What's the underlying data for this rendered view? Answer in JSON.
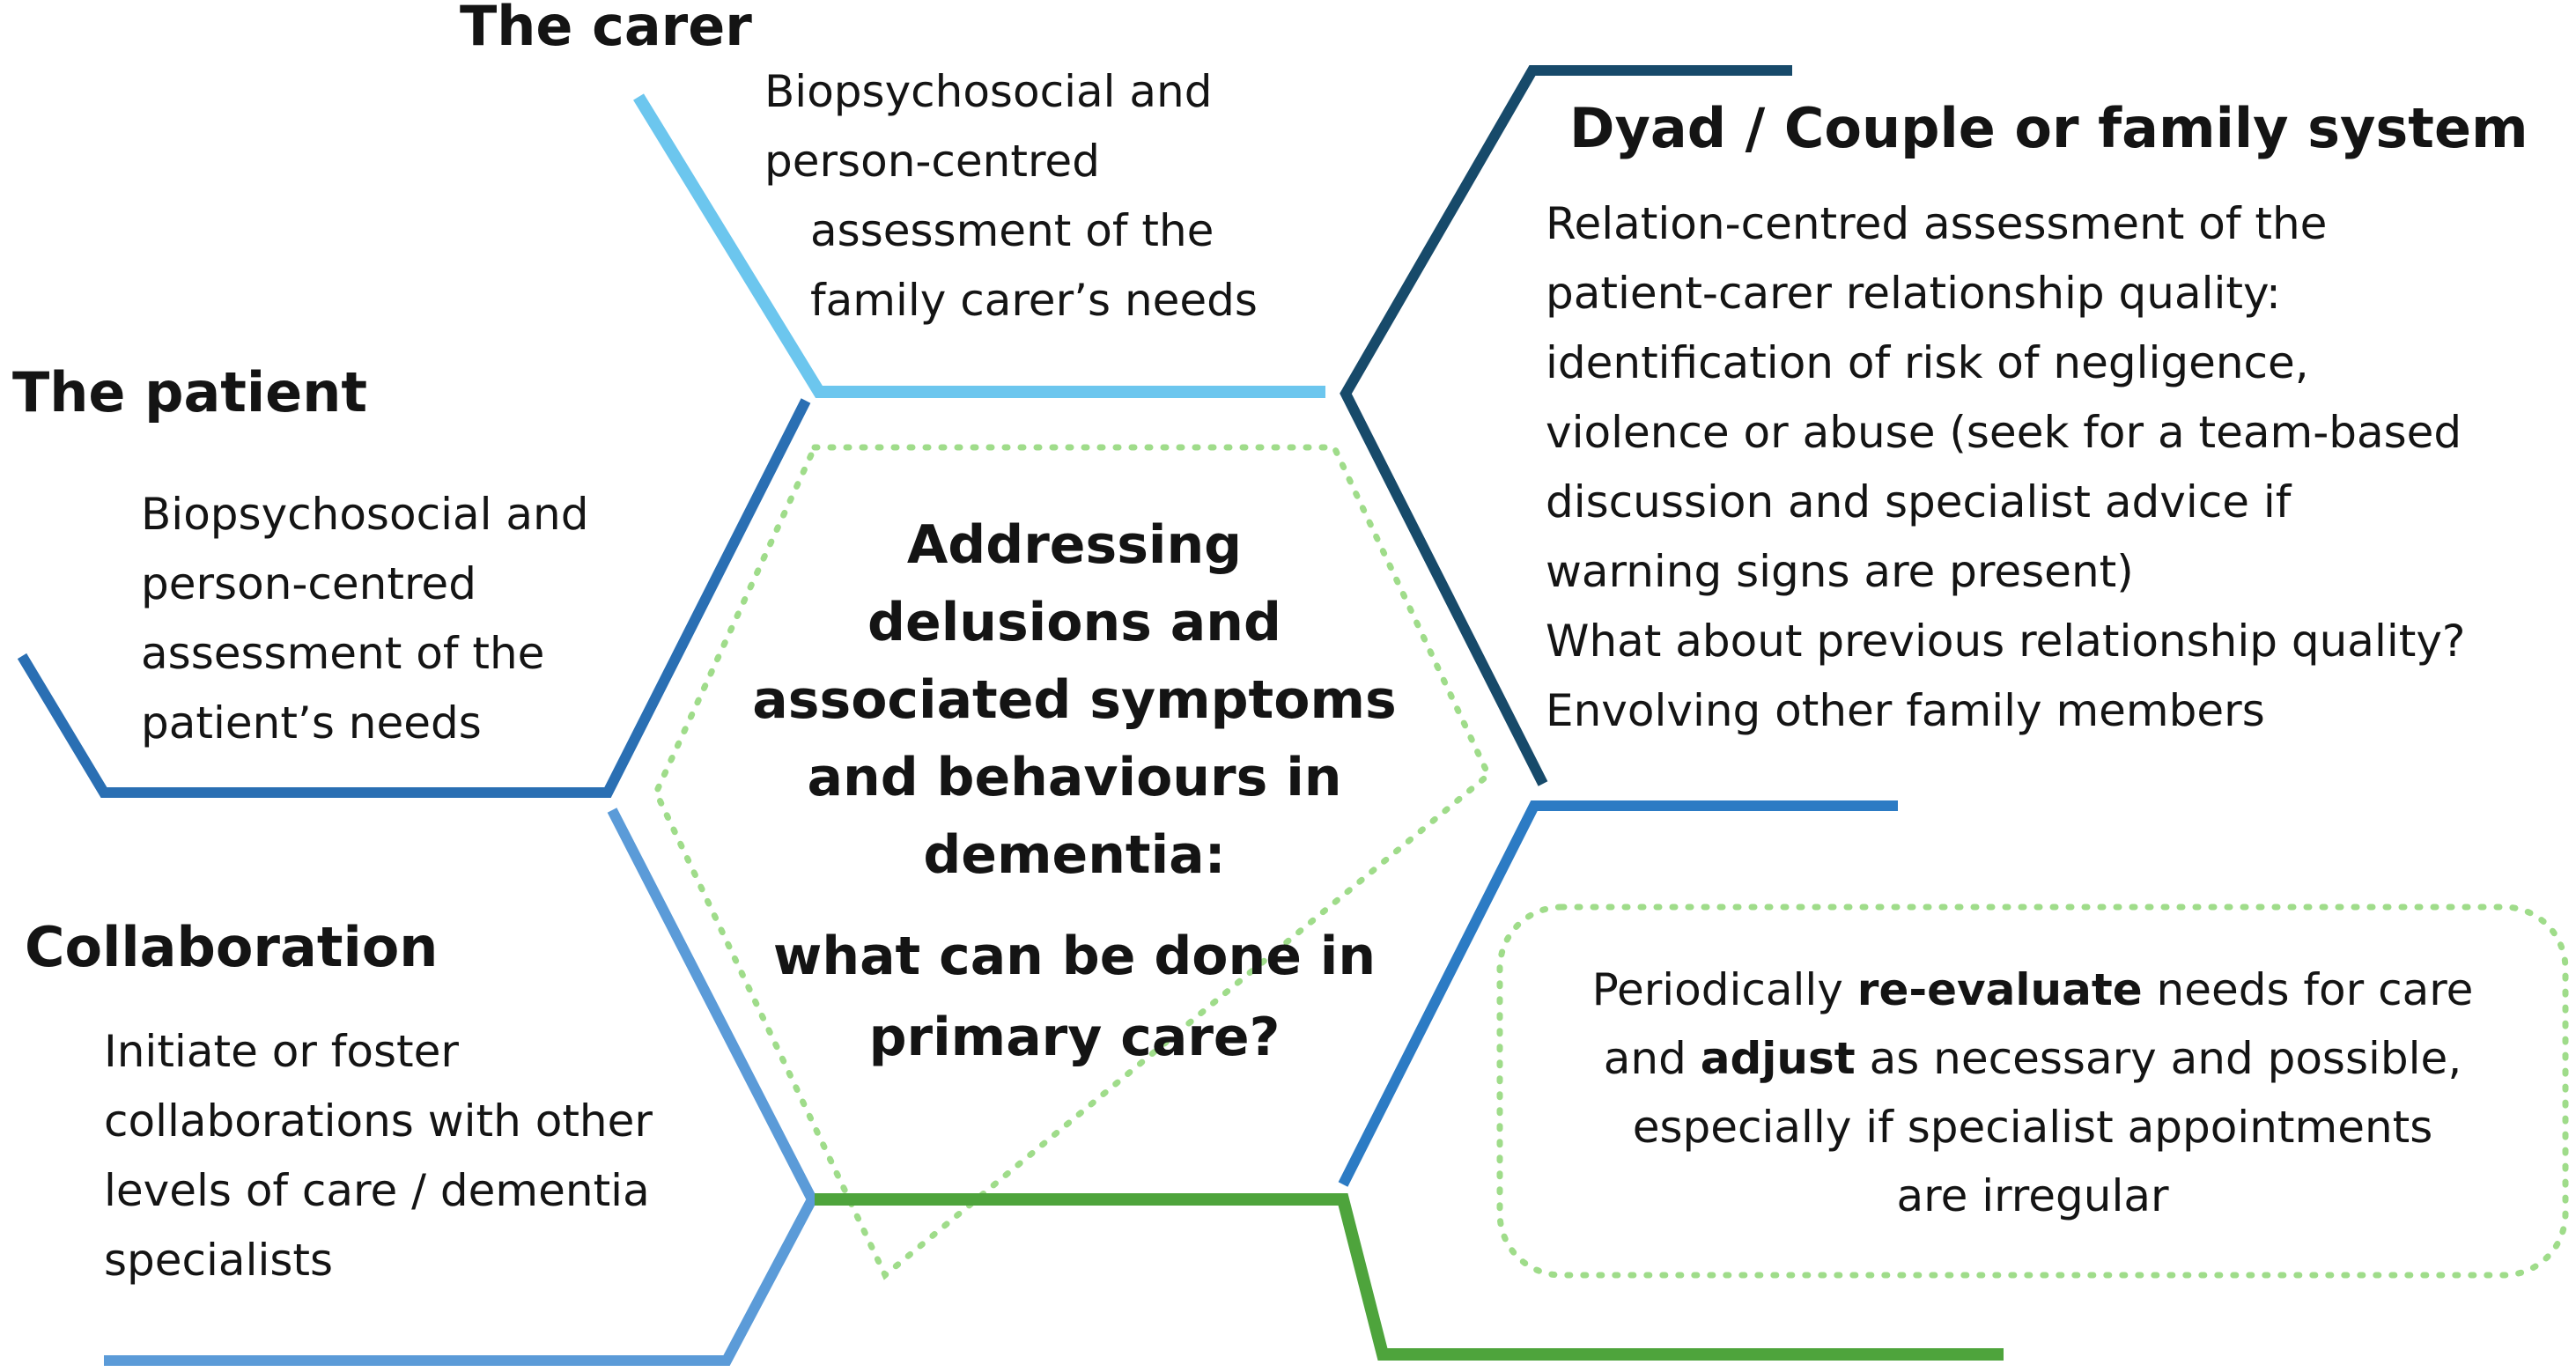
{
  "colors": {
    "carer_line": "#6cc6ee",
    "patient_line": "#2a6fb3",
    "dyad_line": "#174a6a",
    "collaboration_line": "#5b9bd8",
    "reevaluate_line": "#2c7bc4",
    "green_line": "#4ea43c",
    "dotted_green": "#9fdc8a",
    "text": "#141414"
  },
  "carer": {
    "title": "The carer",
    "lines": [
      "Biopsychosocial and",
      "person-centred",
      "assessment of the",
      "family carer’s needs"
    ]
  },
  "patient": {
    "title": "The patient",
    "lines": [
      "Biopsychosocial and",
      "person-centred",
      "assessment of the",
      "patient’s needs"
    ]
  },
  "dyad": {
    "title": "Dyad / Couple or family system",
    "lines": [
      "Relation-centred assessment of the",
      "patient-carer relationship quality:",
      "identification of risk of negligence,",
      "violence or abuse (seek for a team-based",
      "discussion and specialist advice if",
      "warning signs are present)",
      "What about previous relationship quality?",
      "Envolving other family members"
    ]
  },
  "collaboration": {
    "title": "Collaboration",
    "lines": [
      "Initiate or foster",
      "collaborations with other",
      "levels of care / dementia",
      "specialists"
    ]
  },
  "center": {
    "title_lines": [
      "Addressing",
      "delusions and",
      "associated symptoms",
      "and behaviours in",
      "dementia:"
    ],
    "question_lines": [
      "what can be done in",
      "primary care?"
    ]
  },
  "reevaluate": {
    "l1_pre": "Periodically ",
    "l1_bold": "re-evaluate",
    "l1_post": " needs for care",
    "l2_pre": "and ",
    "l2_bold": "adjust",
    "l2_post": " as necessary and possible,",
    "l3": "especially if specialist appointments",
    "l4": "are irregular"
  }
}
